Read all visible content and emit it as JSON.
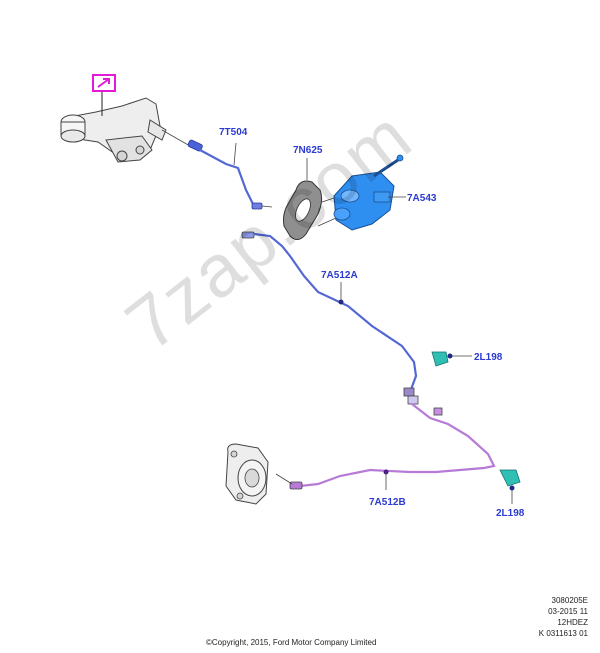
{
  "callouts": {
    "7T504": "7T504",
    "7N625": "7N625",
    "7A543": "7A543",
    "7A512A": "7A512A",
    "2L198_upper": "2L198",
    "7A512B": "7A512B",
    "2L198_lower": "2L198"
  },
  "watermark": "7zap.com",
  "meta": {
    "line1": "3080205E",
    "line2": "03-2015 11",
    "line3": "12HDEZ",
    "line4": "K 0311613 01"
  },
  "copyright": "©Copyright, 2015, Ford Motor Company Limited",
  "colors": {
    "callout": "#2b3bd1",
    "upper_line": "#5468d4",
    "lower_line": "#b77ad6",
    "clip": "#2fbfb3",
    "cylinder": "#2f8ff0",
    "marker": "#e41ad6"
  }
}
